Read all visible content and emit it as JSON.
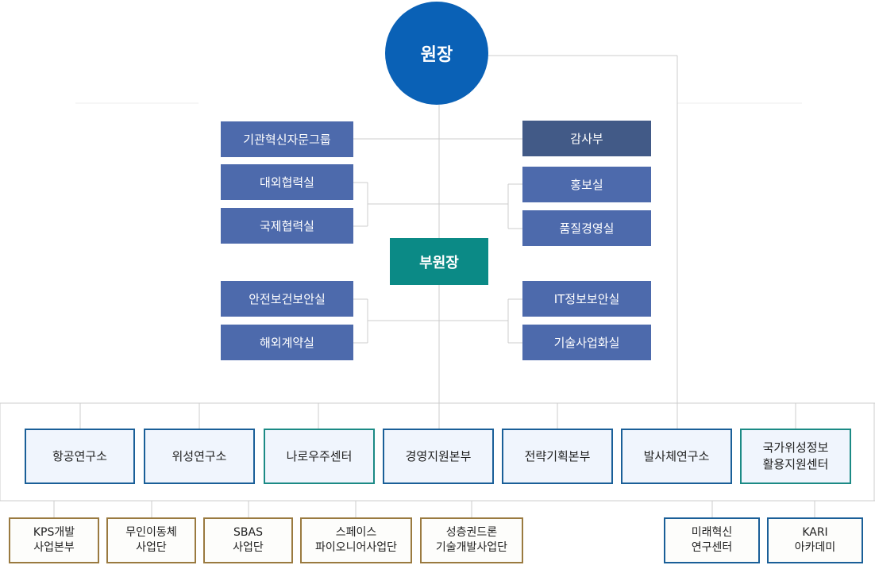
{
  "colors": {
    "director": "#0a61b6",
    "staff_office": "#4d6aac",
    "audit": "#425a87",
    "vice_director": "#0b8a86",
    "blue_border": "#1a5f98",
    "teal_border": "#1b8a85",
    "gold_border": "#9a7a40",
    "line": "#cccccc"
  },
  "director": {
    "label": "원장"
  },
  "vice_director": {
    "label": "부원장"
  },
  "left_offices": [
    {
      "label": "기관혁신자문그룹"
    },
    {
      "label": "대외협력실"
    },
    {
      "label": "국제협력실"
    },
    {
      "label": "안전보건보안실"
    },
    {
      "label": "해외계약실"
    }
  ],
  "right_offices": [
    {
      "label": "감사부"
    },
    {
      "label": "홍보실"
    },
    {
      "label": "품질경영실"
    },
    {
      "label": "IT정보보안실"
    },
    {
      "label": "기술사업화실"
    }
  ],
  "units": [
    {
      "label": "항공연구소"
    },
    {
      "label": "위성연구소"
    },
    {
      "label": "나로우주센터"
    },
    {
      "label": "경영지원본부"
    },
    {
      "label": "전략기획본부"
    },
    {
      "label": "발사체연구소"
    },
    {
      "label": "국가위성정보\n활용지원센터"
    }
  ],
  "sub_units_left": [
    {
      "label": "KPS개발\n사업본부"
    },
    {
      "label": "무인이동체\n사업단"
    },
    {
      "label": "SBAS\n사업단"
    },
    {
      "label": "스페이스\n파이오니어사업단"
    },
    {
      "label": "성층권드론\n기술개발사업단"
    }
  ],
  "sub_units_right": [
    {
      "label": "미래혁신\n연구센터"
    },
    {
      "label": "KARI\n아카데미"
    }
  ]
}
